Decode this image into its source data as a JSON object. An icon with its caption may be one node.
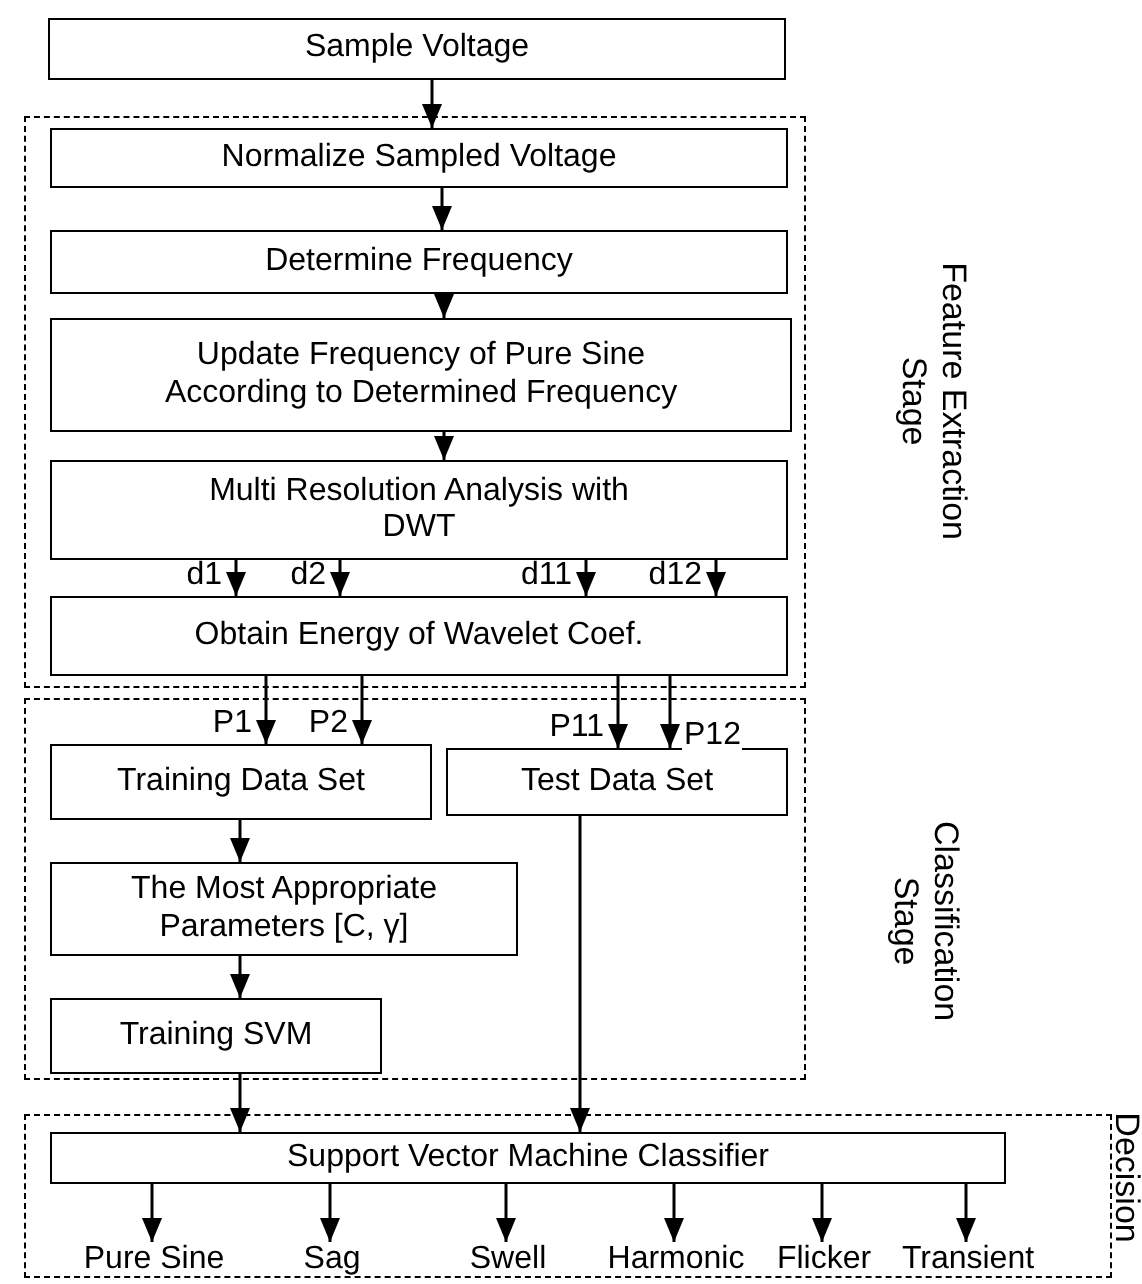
{
  "diagram": {
    "nodes": [
      {
        "text": [
          "Sample Voltage"
        ]
      },
      {
        "text": [
          "Feature Extraction Stage"
        ]
      },
      {
        "text": [
          "Normalize Sampled Voltage"
        ],
        "in": 1
      },
      {
        "text": [
          "Determine Frequency"
        ],
        "in": 1
      },
      {
        "text": [
          "Update Frequency of Pure Sine According to Determined Frequency"
        ],
        "in": 1
      },
      {
        "text": [
          "Multi Resolution Analysis with DWT"
        ],
        "in": 1
      },
      {
        "text": [
          "Obtain Energy of Wavelet Coef."
        ],
        "in": 1
      },
      {
        "text": [
          "Classification Stage"
        ]
      },
      {
        "text": [
          "Training Data Set"
        ],
        "in": 7
      },
      {
        "text": [
          "Test Data Set"
        ],
        "in": 7
      },
      {
        "text": [
          "The Most Appropriate Parameters [C, γ]"
        ],
        "in": 7
      },
      {
        "text": [
          "Training SVM"
        ],
        "in": 7
      },
      {
        "text": [
          "Decision"
        ]
      },
      {
        "text": [
          "Support Vector Machine Classifier"
        ],
        "in": 12
      },
      {
        "text": [
          "Pure Sine"
        ],
        "in": 12
      },
      {
        "text": [
          "Sag"
        ],
        "in": 12
      },
      {
        "text": [
          "Swell"
        ],
        "in": 12
      },
      {
        "text": [
          "Harmonic"
        ],
        "in": 12
      },
      {
        "text": [
          "Flicker"
        ],
        "in": 12
      },
      {
        "text": [
          "Transient"
        ],
        "in": 12
      }
    ],
    "edges": [
      {
        "from": 0,
        "to": 2,
        "arrow": "to"
      },
      {
        "from": 2,
        "to": 3,
        "arrow": "to"
      },
      {
        "from": 3,
        "to": 4,
        "arrow": "to"
      },
      {
        "from": 4,
        "to": 5,
        "arrow": "to"
      },
      {
        "from": 5,
        "to": 6,
        "arrow": "to",
        "label": "d1"
      },
      {
        "from": 5,
        "to": 6,
        "arrow": "to",
        "label": "d2"
      },
      {
        "from": 5,
        "to": 6,
        "arrow": "to",
        "label": "d11"
      },
      {
        "from": 5,
        "to": 6,
        "arrow": "to",
        "label": "d12"
      },
      {
        "from": 6,
        "to": 8,
        "arrow": "to",
        "label": "P1"
      },
      {
        "from": 6,
        "to": 8,
        "arrow": "to",
        "label": "P2"
      },
      {
        "from": 6,
        "to": 9,
        "arrow": "to",
        "label": "P11"
      },
      {
        "from": 6,
        "to": 9,
        "arrow": "to",
        "label": "P12"
      },
      {
        "from": 8,
        "to": 10,
        "arrow": "to"
      },
      {
        "from": 10,
        "to": 11,
        "arrow": "to"
      },
      {
        "from": 11,
        "to": 13,
        "arrow": "to"
      },
      {
        "from": 9,
        "to": 13,
        "arrow": "to"
      },
      {
        "from": 13,
        "to": 14,
        "arrow": "to"
      },
      {
        "from": 13,
        "to": 15,
        "arrow": "to"
      },
      {
        "from": 13,
        "to": 16,
        "arrow": "to"
      },
      {
        "from": 13,
        "to": 17,
        "arrow": "to"
      },
      {
        "from": 13,
        "to": 18,
        "arrow": "to"
      },
      {
        "from": 13,
        "to": 19,
        "arrow": "to"
      }
    ]
  }
}
